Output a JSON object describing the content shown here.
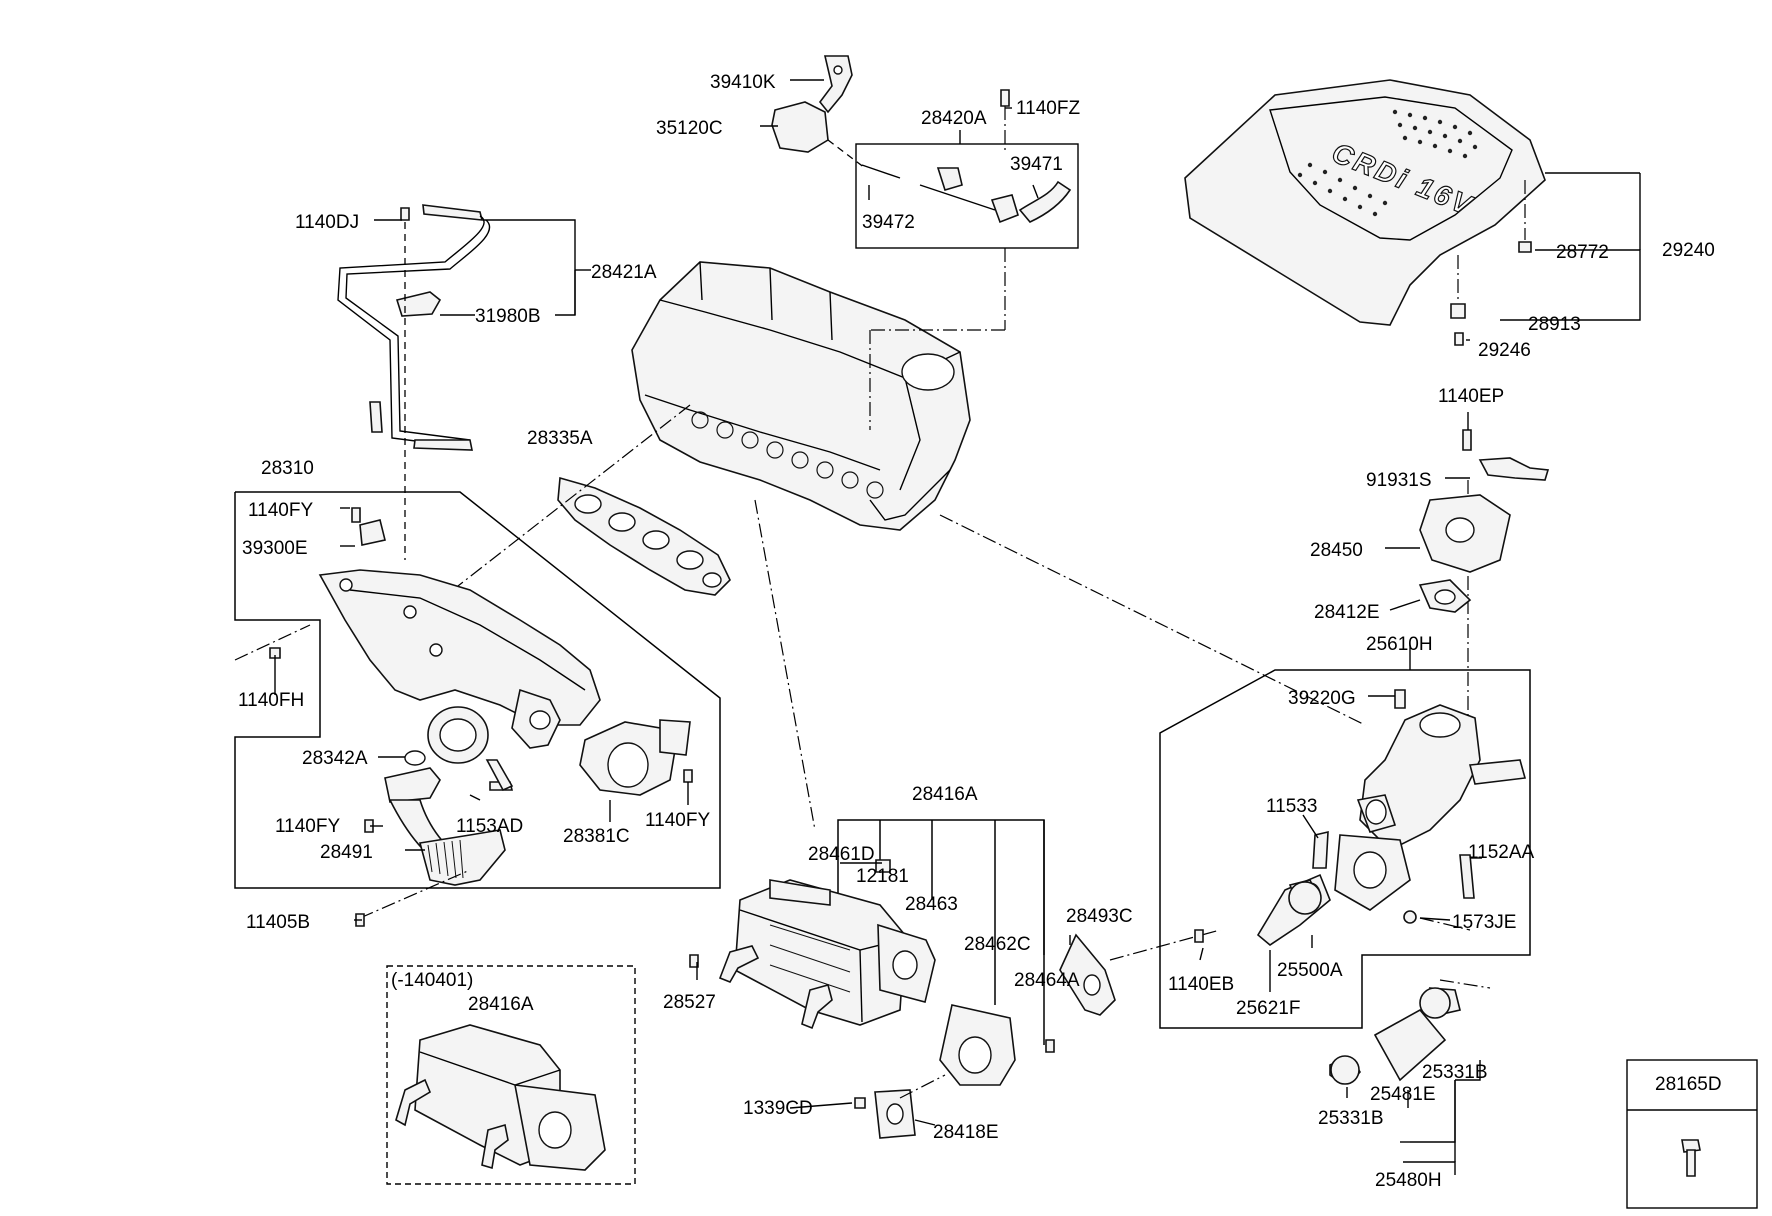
{
  "labels": {
    "p39410K": "39410K",
    "p35120C": "35120C",
    "p28420A": "28420A",
    "p1140FZ": "1140FZ",
    "p39471": "39471",
    "p39472": "39472",
    "p1140DJ": "1140DJ",
    "p28421A": "28421A",
    "p31980B": "31980B",
    "p28335A": "28335A",
    "p28310": "28310",
    "p1140FY_a": "1140FY",
    "p39300E": "39300E",
    "p1140FH": "1140FH",
    "p28342A": "28342A",
    "p1140FY_b": "1140FY",
    "p1153AD": "1153AD",
    "p28491": "28491",
    "p28381C": "28381C",
    "p1140FY_c": "1140FY",
    "p11405B": "11405B",
    "p28772": "28772",
    "p29240": "29240",
    "p28913": "28913",
    "p29246": "29246",
    "p1140EP": "1140EP",
    "p91931S": "91931S",
    "p28450": "28450",
    "p28412E": "28412E",
    "p25610H": "25610H",
    "p39220G": "39220G",
    "p11533": "11533",
    "p1152AA": "1152AA",
    "p1573JE": "1573JE",
    "p1140EB": "1140EB",
    "p25500A": "25500A",
    "p25621F": "25621F",
    "p28416A": "28416A",
    "p28461D": "28461D",
    "p12181": "12181",
    "p28463": "28463",
    "p28462C": "28462C",
    "p28464A": "28464A",
    "p28493C": "28493C",
    "p28527": "28527",
    "p1339CD": "1339CD",
    "p28418E": "28418E",
    "p25331B_a": "25331B",
    "p25481E": "25481E",
    "p25331B_b": "25331B",
    "p25480H": "25480H",
    "p28165D": "28165D",
    "inset_date": "(-140401)",
    "inset_part": "28416A"
  },
  "logo_text": "CRDi 16V"
}
